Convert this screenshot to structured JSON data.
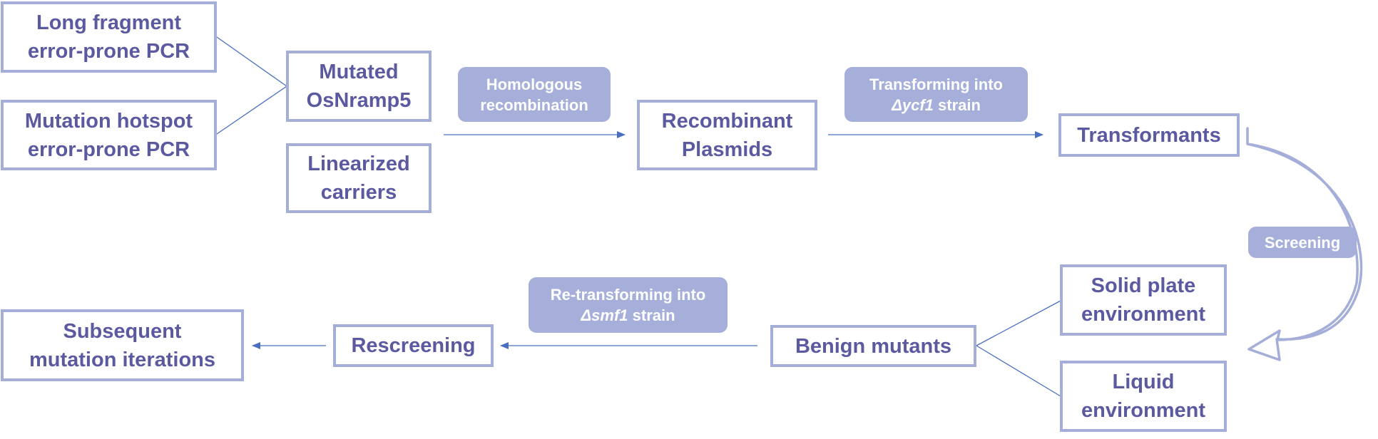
{
  "colors": {
    "box_border": "#a4aed8",
    "box_text": "#5b5aa0",
    "tag_fill": "#a5afda",
    "tag_text": "#ffffff",
    "arrow": "#4a6fc0",
    "connector": "#4a6fc0",
    "curved_arrow": "#a4aed8"
  },
  "nodes": {
    "long_fragment": "Long fragment\nerror-prone PCR",
    "mutation_hotspot": "Mutation hotspot\nerror-prone PCR",
    "mutated_osnramp5": "Mutated\nOsNramp5",
    "linearized_carriers": "Linearized\ncarriers",
    "recombinant_plasmids": "Recombinant\nPlasmids",
    "transformants": "Transformants",
    "solid_plate": "Solid plate\nenvironment",
    "liquid": "Liquid\nenvironment",
    "benign_mutants": "Benign mutants",
    "rescreening": "Rescreening",
    "subsequent": "Subsequent\nmutation iterations"
  },
  "tags": {
    "homologous": {
      "line1": "Homologous",
      "line2": "recombination"
    },
    "transforming": {
      "line1": "Transforming into",
      "strain": "Δycf1",
      "suffix": " strain"
    },
    "screening": {
      "line1": "Screening"
    },
    "retransforming": {
      "line1": "Re-transforming into",
      "strain": "Δsmf1",
      "suffix": " strain"
    }
  }
}
